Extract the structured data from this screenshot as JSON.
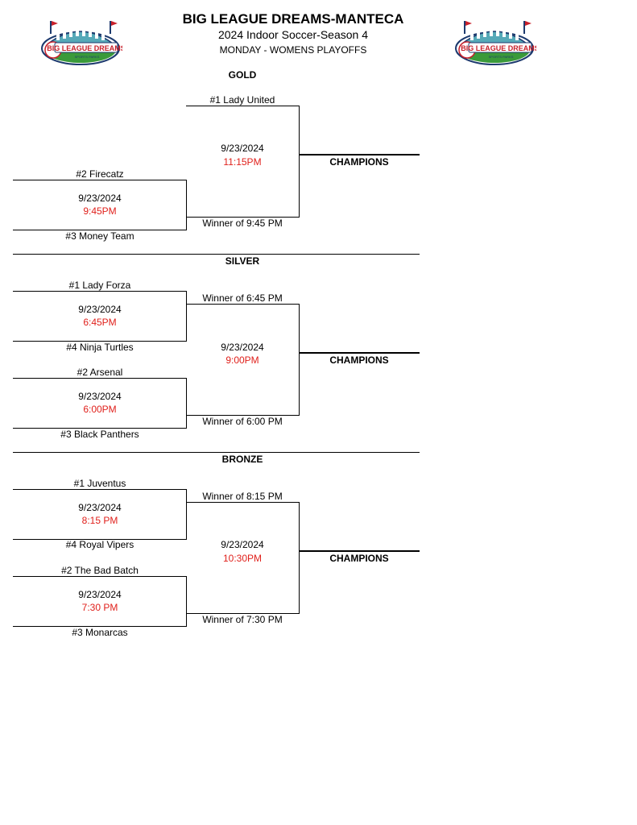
{
  "header": {
    "title": "BIG LEAGUE DREAMS-MANTECA",
    "subtitle": "2024 Indoor Soccer-Season 4",
    "division": "MONDAY - WOMENS PLAYOFFS"
  },
  "logo": {
    "text_top": "BIG LEAGUE DREAMS",
    "text_bottom": "SPORTS PARKS",
    "colors": {
      "red": "#c8202a",
      "navy": "#1d3a6e",
      "green": "#3a9a3a",
      "teal": "#56a9b8"
    }
  },
  "brackets": {
    "gold": {
      "heading": "GOLD",
      "seed1": "#1 Lady United",
      "seed2": "#2 Firecatz",
      "seed3": "#3 Money Team",
      "semi_date": "9/23/2024",
      "semi_time": "9:45PM",
      "final_date": "9/23/2024",
      "final_time": "11:15PM",
      "winner_label": "Winner of 9:45 PM",
      "champions": "CHAMPIONS"
    },
    "silver": {
      "heading": "SILVER",
      "seed1": "#1 Lady Forza",
      "seed4": "#4 Ninja Turtles",
      "seed2": "#2 Arsenal",
      "seed3": "#3 Black Panthers",
      "game1_date": "9/23/2024",
      "game1_time": "6:45PM",
      "game2_date": "9/23/2024",
      "game2_time": "6:00PM",
      "final_date": "9/23/2024",
      "final_time": "9:00PM",
      "winner_top": "Winner of 6:45 PM",
      "winner_bottom": "Winner of 6:00 PM",
      "champions": "CHAMPIONS"
    },
    "bronze": {
      "heading": "BRONZE",
      "seed1": "#1 Juventus",
      "seed4": "#4 Royal Vipers",
      "seed2": "#2 The Bad Batch",
      "seed3": "#3 Monarcas",
      "game1_date": "9/23/2024",
      "game1_time": "8:15 PM",
      "game2_date": "9/23/2024",
      "game2_time": "7:30 PM",
      "final_date": "9/23/2024",
      "final_time": "10:30PM",
      "winner_top": "Winner of 8:15 PM",
      "winner_bottom": "Winner of 7:30 PM",
      "champions": "CHAMPIONS"
    }
  }
}
